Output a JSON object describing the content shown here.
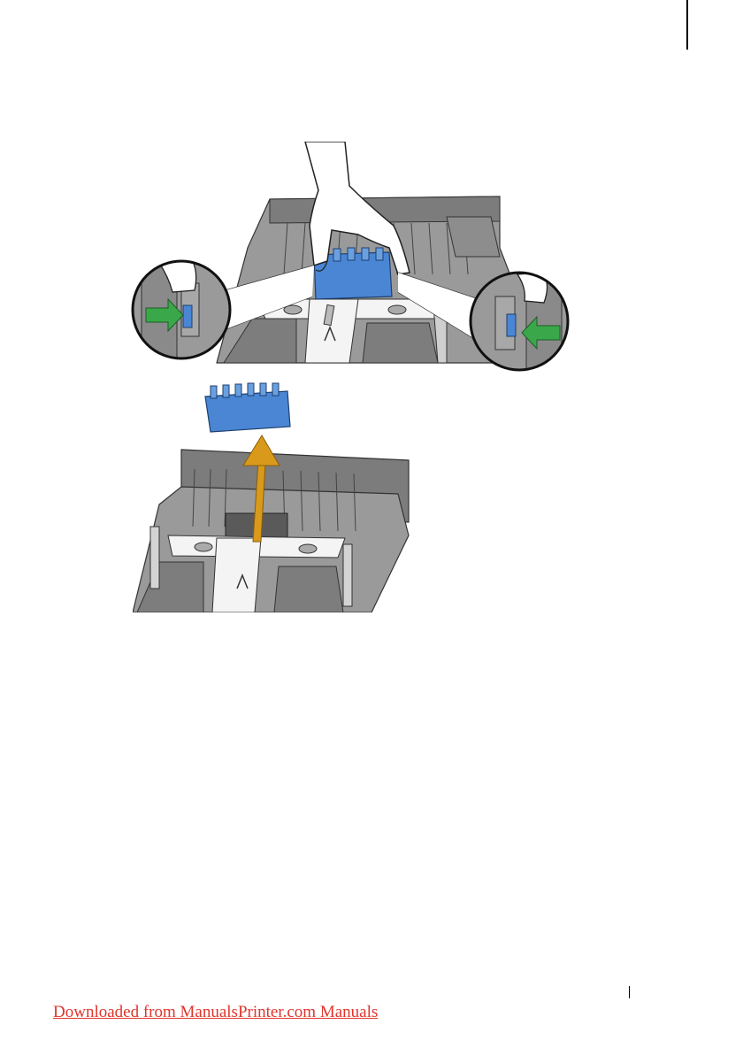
{
  "page": {
    "footer_link": "Downloaded from ManualsPrinter.com Manuals"
  },
  "figures": [
    {
      "id": "squeeze-levers-illustration",
      "icon": "tray-separator-release-illustration"
    },
    {
      "id": "lift-separator-illustration",
      "icon": "tray-separator-removal-illustration"
    }
  ],
  "colors": {
    "separator_blue": "#4a86d4",
    "arrow_green": "#3aa84a",
    "arrow_orange": "#d99a1c",
    "tray_gray": "#8c8c8c",
    "link_red": "#e0352b"
  }
}
